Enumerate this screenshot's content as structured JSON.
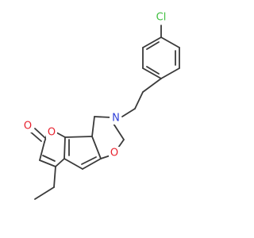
{
  "molecule": {
    "atoms": {
      "chlorine": {
        "label": "Cl",
        "color": "#3fbf3f"
      },
      "nitrogen": {
        "label": "N",
        "color": "#2f3fd8"
      },
      "ring_oxygen": {
        "label": "O",
        "color": "#e8222e"
      },
      "lactone_oxygen": {
        "label": "O",
        "color": "#e8222e"
      },
      "carbonyl_oxygen": {
        "label": "O",
        "color": "#e8222e"
      }
    },
    "bond_color": "#3a3a3a"
  }
}
